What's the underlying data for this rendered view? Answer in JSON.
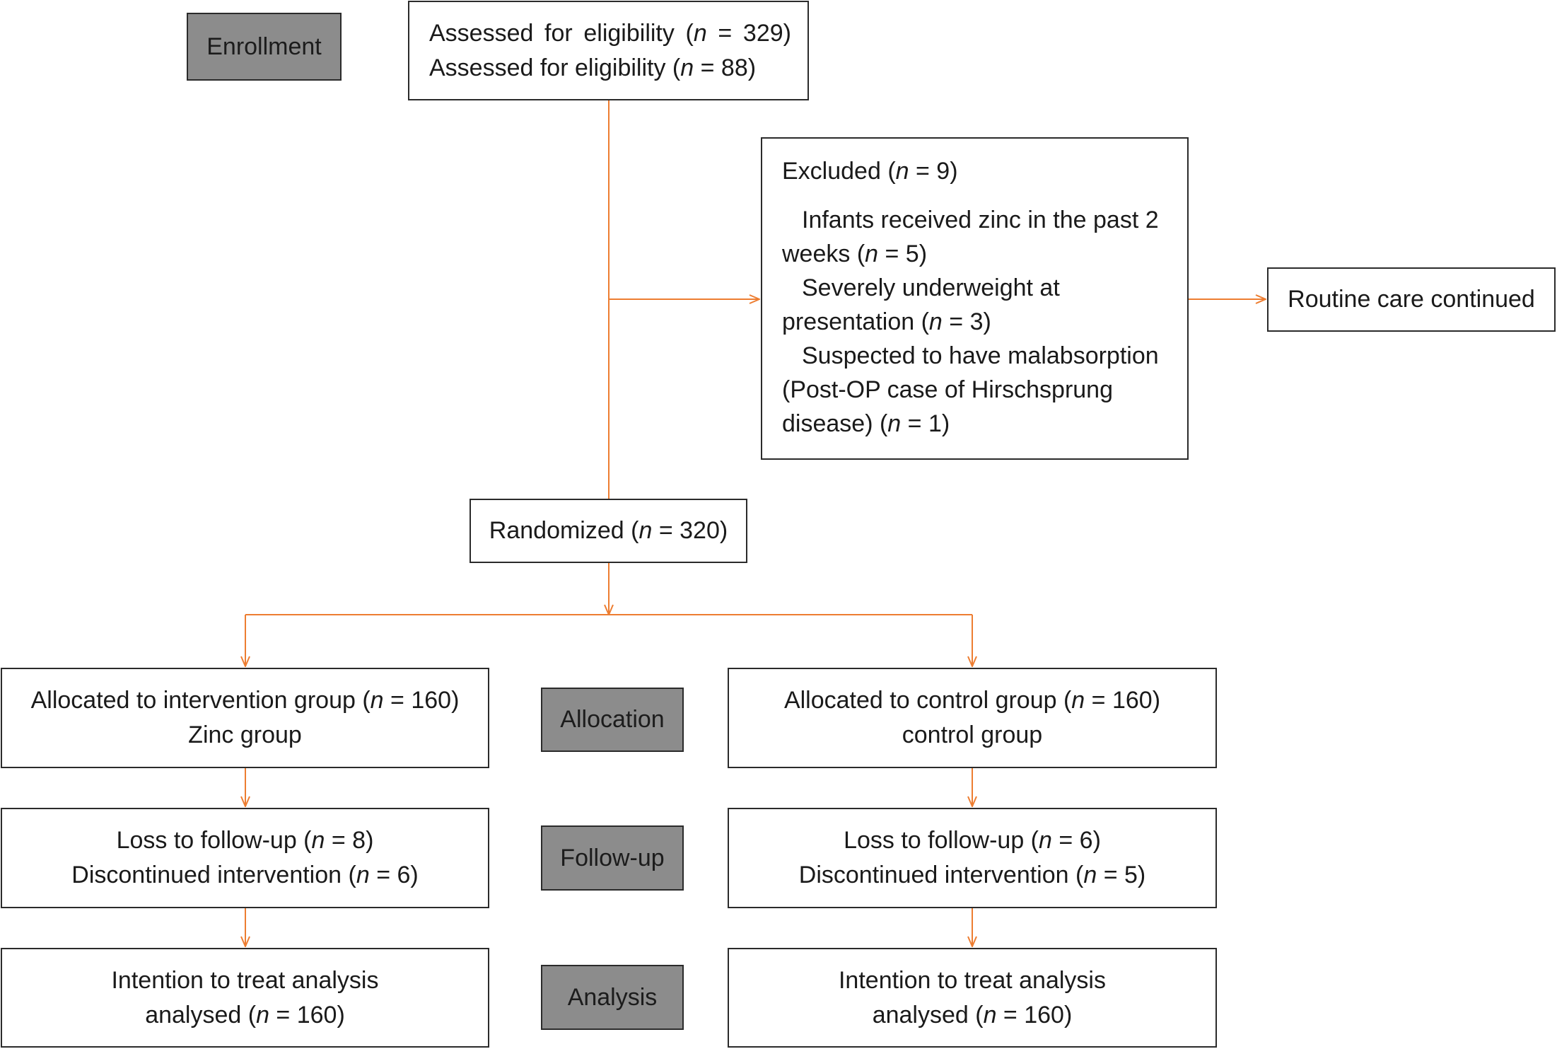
{
  "stage_labels": {
    "enrollment": "Enrollment",
    "allocation": "Allocation",
    "follow_up": "Follow-up",
    "analysis": "Analysis"
  },
  "boxes": {
    "assessed": [
      [
        "Assessed for eligibility (",
        {
          "em": "n"
        },
        " = 329)"
      ],
      [
        "Assessed for eligibility (",
        {
          "em": "n"
        },
        " = 88)"
      ]
    ],
    "excluded_title": [
      [
        "Excluded (",
        {
          "em": "n"
        },
        " = 9)"
      ]
    ],
    "excluded_items": [
      [
        "Infants received zinc in the past 2 weeks (",
        {
          "em": "n"
        },
        " = 5)"
      ],
      [
        "Severely underweight at presentation (",
        {
          "em": "n"
        },
        " = 3)"
      ],
      [
        "Suspected to have malabsorption (Post-OP case of Hirschsprung disease) (",
        {
          "em": "n"
        },
        " = 1)"
      ]
    ],
    "routine_care": [
      [
        "Routine care continued"
      ]
    ],
    "randomized": [
      [
        "Randomized (",
        {
          "em": "n"
        },
        " = 320)"
      ]
    ],
    "allocated_intervention": [
      [
        "Allocated to intervention group (",
        {
          "em": "n"
        },
        " = 160)"
      ],
      [
        "Zinc group"
      ]
    ],
    "allocated_control": [
      [
        "Allocated to control group (",
        {
          "em": "n"
        },
        " = 160)"
      ],
      [
        "control group"
      ]
    ],
    "followup_intervention": [
      [
        "Loss to follow-up (",
        {
          "em": "n"
        },
        " = 8)"
      ],
      [
        "Discontinued intervention (",
        {
          "em": "n"
        },
        " = 6)"
      ]
    ],
    "followup_control": [
      [
        "Loss to follow-up (",
        {
          "em": "n"
        },
        " = 6)"
      ],
      [
        "Discontinued intervention (",
        {
          "em": "n"
        },
        " = 5)"
      ]
    ],
    "analysis_intervention": [
      [
        "Intention to treat analysis"
      ],
      [
        "analysed (",
        {
          "em": "n"
        },
        " = 160)"
      ]
    ],
    "analysis_control": [
      [
        "Intention to treat analysis"
      ],
      [
        "analysed (",
        {
          "em": "n"
        },
        " = 160)"
      ]
    ]
  },
  "colors": {
    "connector": "#ed7d31",
    "stage_fill": "#8c8c8c",
    "box_border": "#2b2b2b",
    "text": "#1a1a1a"
  }
}
